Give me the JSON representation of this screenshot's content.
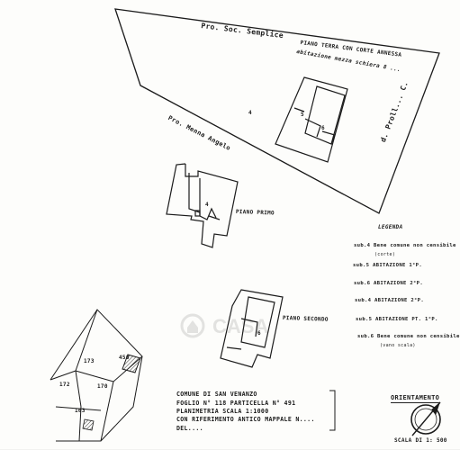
{
  "owners": {
    "top": "Pro. Soc. Semplice",
    "left": "Pro. Menna Angelo",
    "right": "d. Proll... C."
  },
  "plans": {
    "ground_line1": "PIANO TERRA CON CORTE ANNESSA",
    "ground_line2": "abitazione mezza schiera 8 ...",
    "first": "PIANO PRIMO",
    "second": "PIANO SECONDO"
  },
  "labels": {
    "ground_corner_a": "4",
    "ground_sub5": "5",
    "ground_sub6": "6",
    "first_sub": "4",
    "second_sub": "6"
  },
  "legend": {
    "title": "LEGENDA",
    "items": [
      {
        "label": "sub.4 Bene comune non censibile",
        "sub": "(corte)"
      },
      {
        "label": "sub.5 ABITAZIONE 1°P.",
        "sub": ""
      },
      {
        "label": "sub.6 ABITAZIONE 2°P.",
        "sub": ""
      },
      {
        "label": "sub.4 ABITAZIONE 2°P.",
        "sub": ""
      },
      {
        "label": "sub.5 ABITAZIONE PT. 1°P.",
        "sub": ""
      },
      {
        "label": "sub.6 Bene comune non censibile",
        "sub": "(vano scala)"
      }
    ]
  },
  "cadastral": {
    "parcels": [
      "173",
      "450",
      "172",
      "170",
      "163"
    ]
  },
  "note": {
    "line1": "COMUNE DI SAN VENANZO",
    "line2": "FOGLIO N° 118 PARTICELLA N° 491",
    "line3": "PLANIMETRIA SCALA 1:1000",
    "line4": "CON RIFERIMENTO ANTICO MAPPALE N....",
    "line5": "DEL...."
  },
  "orientation": {
    "title": "ORIENTAMENTO"
  },
  "scale": {
    "text": "SCALA DI 1: 500"
  },
  "watermark": {
    "text": "CASA"
  },
  "colors": {
    "ink": "#1b1b1b",
    "paper": "#fdfdfb",
    "hatch": "#333333"
  }
}
